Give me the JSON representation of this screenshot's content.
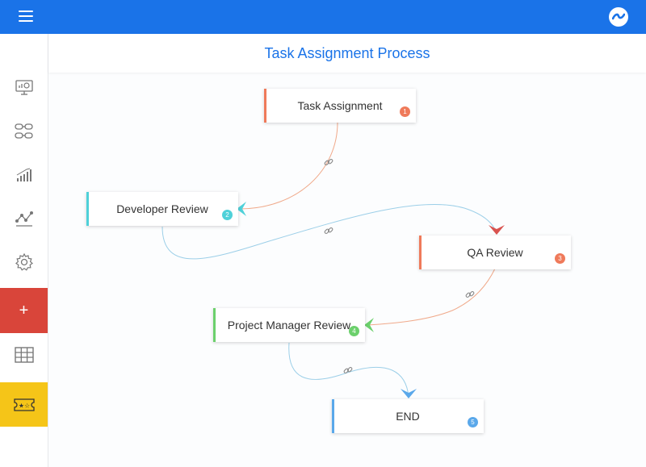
{
  "header": {
    "menu_icon": "hamburger-menu-icon",
    "logo_icon": "brand-logo-icon",
    "bg_color": "#1a73e8"
  },
  "sidebar": {
    "items": [
      {
        "icon": "monitor-dashboard-icon"
      },
      {
        "icon": "workflow-icon"
      },
      {
        "icon": "bar-chart-icon"
      },
      {
        "icon": "line-graph-icon"
      },
      {
        "icon": "gear-icon"
      },
      {
        "icon": "plus-icon",
        "label": "+",
        "color": "#d9453a"
      },
      {
        "icon": "table-grid-icon"
      },
      {
        "icon": "ticket-icon",
        "color": "#f5c518"
      }
    ]
  },
  "page": {
    "title": "Task Assignment Process"
  },
  "workflow": {
    "nodes": [
      {
        "label": "Task Assignment",
        "step": "1",
        "color": "#ef7a5a"
      },
      {
        "label": "Developer Review",
        "step": "2",
        "color": "#4fd1d9"
      },
      {
        "label": "QA Review",
        "step": "3",
        "color": "#ef7a5a"
      },
      {
        "label": "Project Manager Review",
        "step": "4",
        "color": "#6cd06c"
      },
      {
        "label": "END",
        "step": "5",
        "color": "#5aa8ea"
      }
    ],
    "edges": [
      {
        "from": 1,
        "to": 2,
        "color": "#f0a98a"
      },
      {
        "from": 2,
        "to": 3,
        "color": "#9ccfe8"
      },
      {
        "from": 3,
        "to": 4,
        "color": "#f0a98a"
      },
      {
        "from": 4,
        "to": 5,
        "color": "#9ccfe8"
      }
    ],
    "arrow_colors": [
      "#4fd1d9",
      "#d9534f",
      "#6cd06c",
      "#5aa8ea"
    ],
    "link_icon": "link-chain-icon"
  }
}
